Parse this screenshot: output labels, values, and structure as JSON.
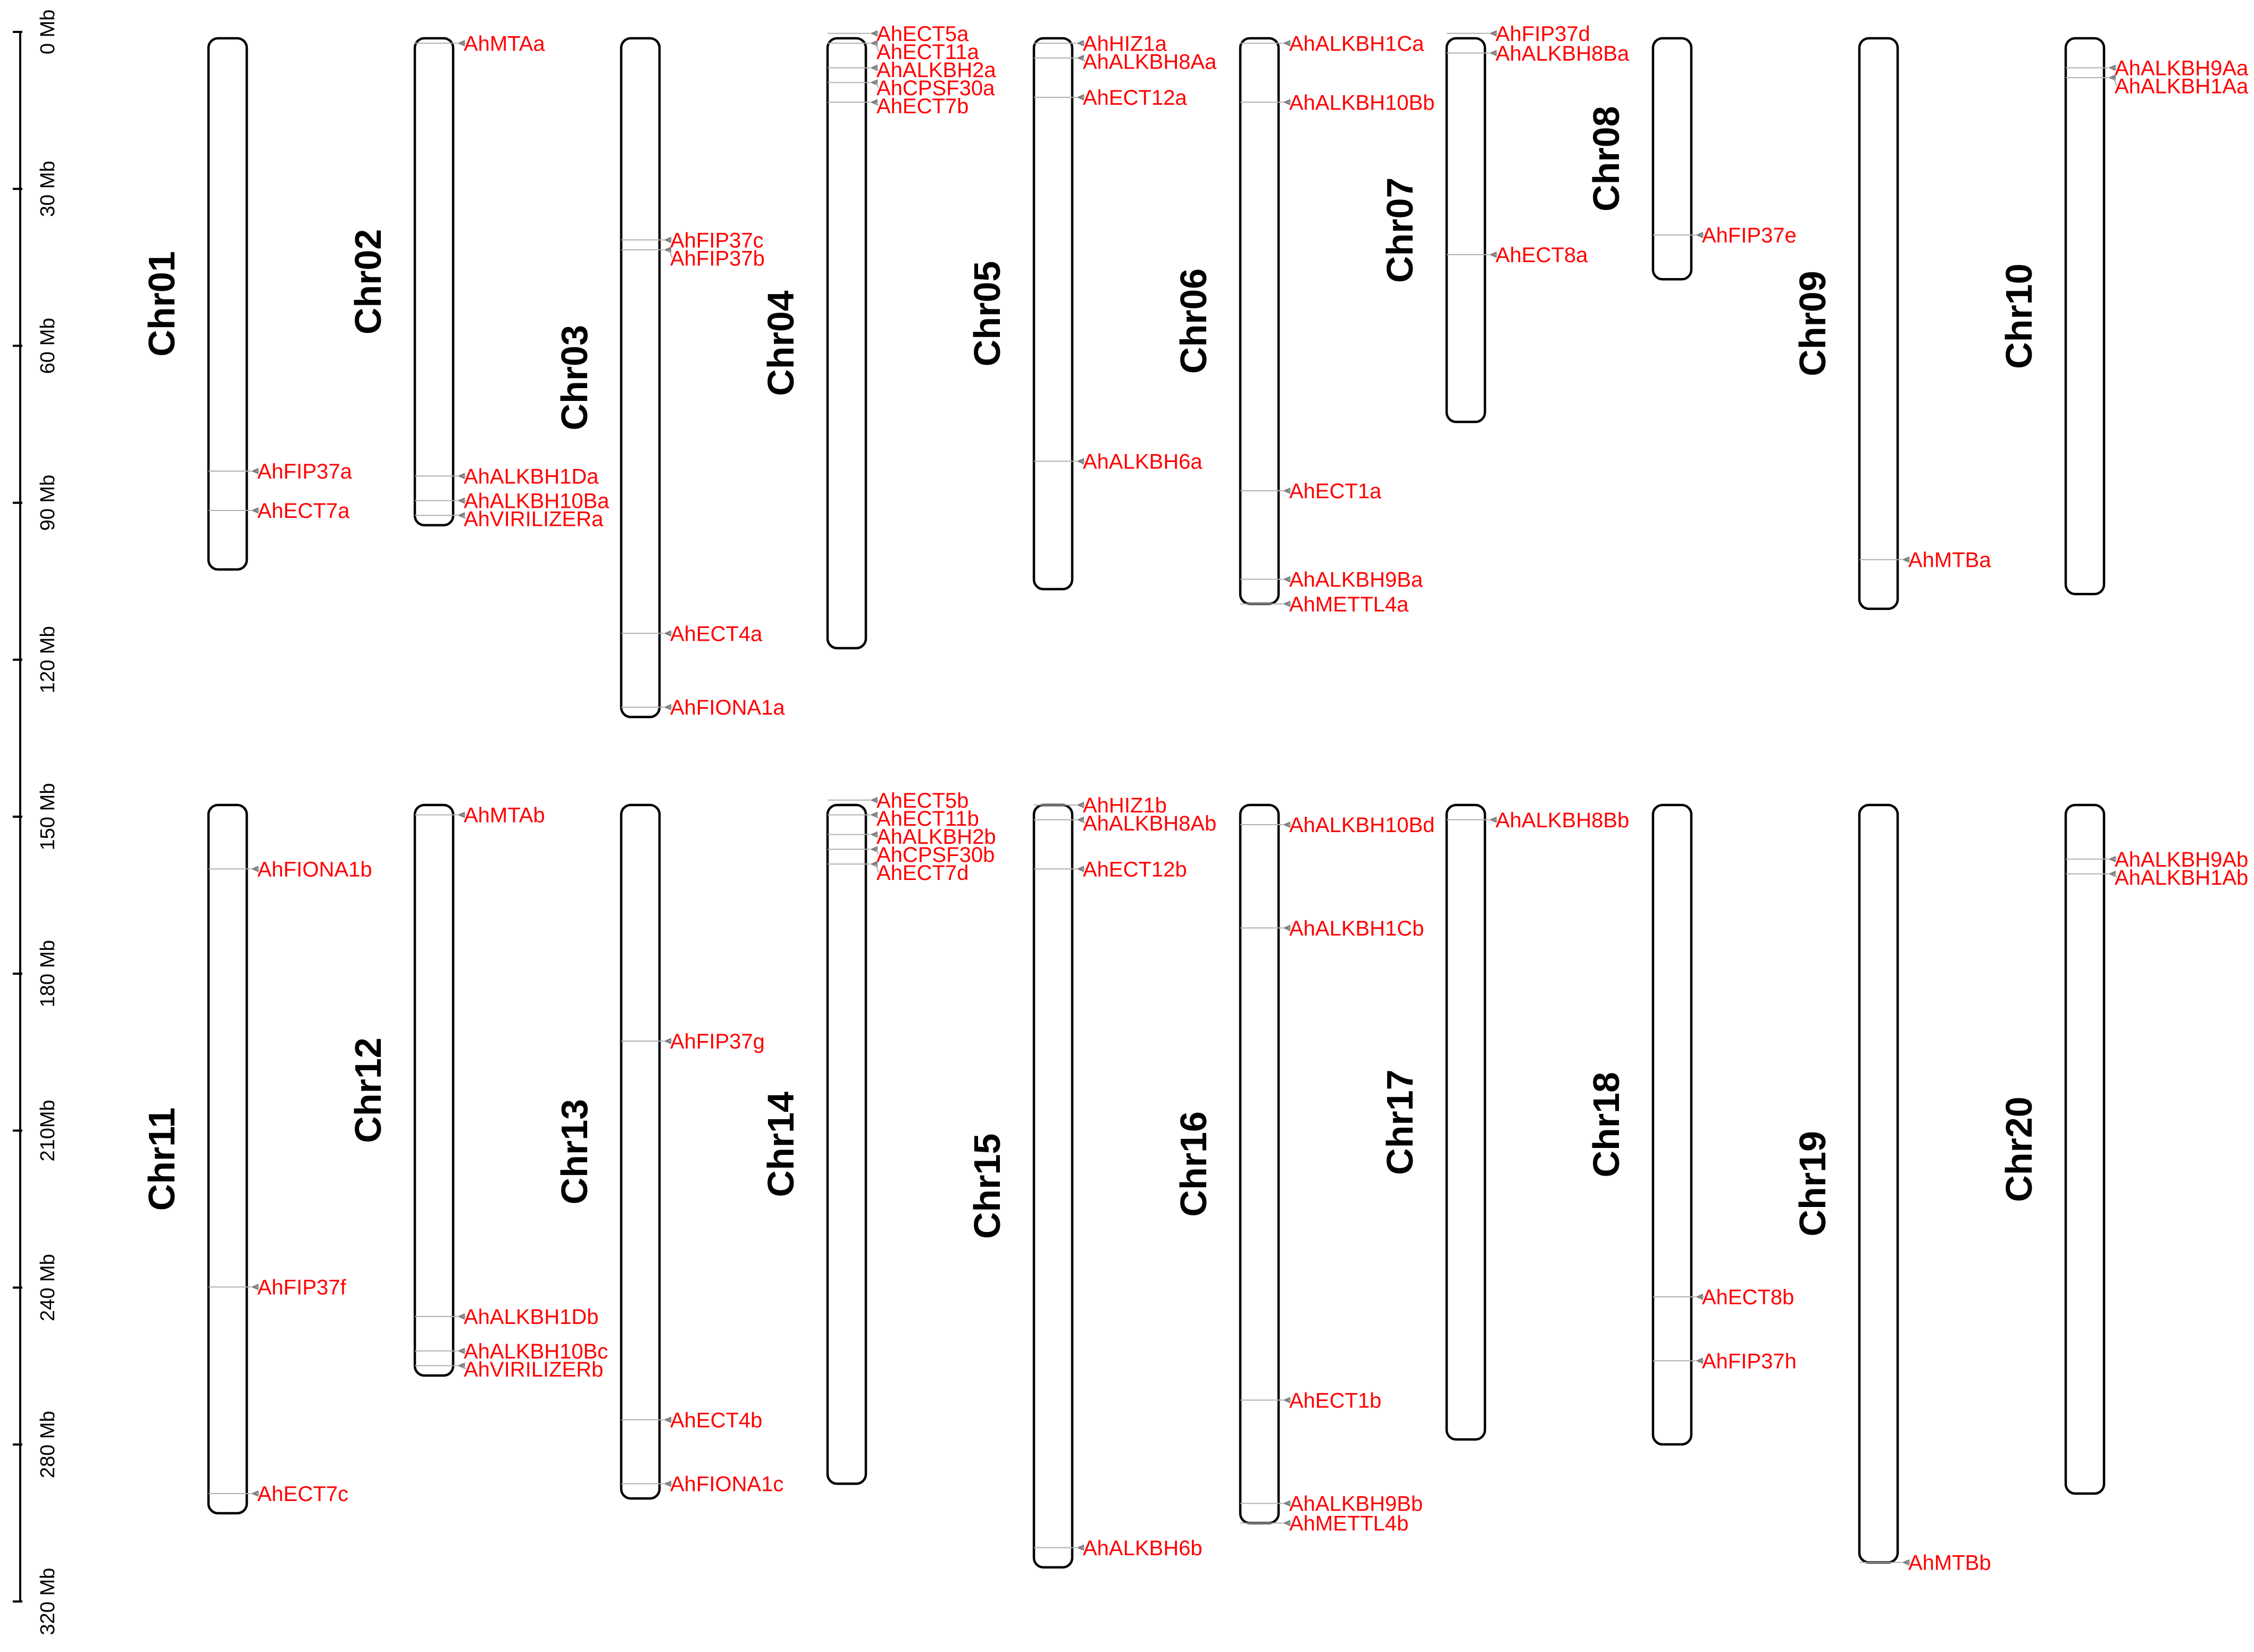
{
  "colors": {
    "gene_label": "#ff0000",
    "bar_stroke": "#000000",
    "marker_line": "#b0b0b0"
  },
  "axis": {
    "ticks": [
      {
        "v": 0,
        "label": "0 Mb"
      },
      {
        "v": 30,
        "label": "30 Mb"
      },
      {
        "v": 60,
        "label": "60 Mb"
      },
      {
        "v": 90,
        "label": "90 Mb"
      },
      {
        "v": 120,
        "label": "120 Mb"
      },
      {
        "v": 150,
        "label": "150 Mb"
      },
      {
        "v": 180,
        "label": "180 Mb"
      },
      {
        "v": 210,
        "label": "210Mb"
      },
      {
        "v": 240,
        "label": "240 Mb"
      },
      {
        "v": 280,
        "label": "280 Mb"
      },
      {
        "v": 320,
        "label": "320 Mb"
      }
    ]
  },
  "chromosomes": [
    {
      "name": "Chr01",
      "length": 108,
      "genes": [
        {
          "name": "AhFIP37a",
          "pos": 88
        },
        {
          "name": "AhECT7a",
          "pos": 96
        }
      ]
    },
    {
      "name": "Chr02",
      "length": 99,
      "genes": [
        {
          "name": "AhMTAa",
          "pos": 1
        },
        {
          "name": "AhALKBH1Da",
          "pos": 89
        },
        {
          "name": "AhALKBH10Ba",
          "pos": 94
        },
        {
          "name": "AhVIRILIZERa",
          "pos": 97
        }
      ]
    },
    {
      "name": "Chr03",
      "length": 138,
      "genes": [
        {
          "name": "AhFIP37c",
          "pos": 41
        },
        {
          "name": "AhFIP37b",
          "pos": 43
        },
        {
          "name": "AhECT4a",
          "pos": 121
        },
        {
          "name": "AhFIONA1a",
          "pos": 136
        }
      ]
    },
    {
      "name": "Chr04",
      "length": 124,
      "genes": [
        {
          "name": "AhECT5a",
          "pos": -1
        },
        {
          "name": "AhECT11a",
          "pos": 1
        },
        {
          "name": "AhALKBH2a",
          "pos": 6
        },
        {
          "name": "AhCPSF30a",
          "pos": 9
        },
        {
          "name": "AhECT7b",
          "pos": 13
        }
      ]
    },
    {
      "name": "Chr05",
      "length": 112,
      "genes": [
        {
          "name": "AhHIZ1a",
          "pos": 1
        },
        {
          "name": "AhALKBH8Aa",
          "pos": 4
        },
        {
          "name": "AhECT12a",
          "pos": 12
        },
        {
          "name": "AhALKBH6a",
          "pos": 86
        }
      ]
    },
    {
      "name": "Chr06",
      "length": 115,
      "genes": [
        {
          "name": "AhALKBH1Ca",
          "pos": 1
        },
        {
          "name": "AhALKBH10Bb",
          "pos": 13
        },
        {
          "name": "AhECT1a",
          "pos": 92
        },
        {
          "name": "AhALKBH9Ba",
          "pos": 110
        },
        {
          "name": "AhMETTL4a",
          "pos": 115
        }
      ]
    },
    {
      "name": "Chr07",
      "length": 78,
      "genes": [
        {
          "name": "AhFIP37d",
          "pos": -1
        },
        {
          "name": "AhALKBH8Ba",
          "pos": 3
        },
        {
          "name": "AhECT8a",
          "pos": 44
        }
      ]
    },
    {
      "name": "Chr08",
      "length": 49,
      "genes": [
        {
          "name": "AhFIP37e",
          "pos": 40
        }
      ]
    },
    {
      "name": "Chr09",
      "length": 116,
      "genes": [
        {
          "name": "AhMTBa",
          "pos": 106
        }
      ]
    },
    {
      "name": "Chr10",
      "length": 113,
      "genes": [
        {
          "name": "AhALKBH9Aa",
          "pos": 6
        },
        {
          "name": "AhALKBH1Aa",
          "pos": 8
        }
      ]
    },
    {
      "name": "Chr11",
      "length": 144,
      "genes": [
        {
          "name": "AhFIONA1b",
          "pos": 13
        },
        {
          "name": "AhFIP37f",
          "pos": 98
        },
        {
          "name": "AhECT7c",
          "pos": 140
        }
      ]
    },
    {
      "name": "Chr12",
      "length": 116,
      "genes": [
        {
          "name": "AhMTAb",
          "pos": 2
        },
        {
          "name": "AhALKBH1Db",
          "pos": 104
        },
        {
          "name": "AhALKBH10Bc",
          "pos": 111
        },
        {
          "name": "AhVIRILIZERb",
          "pos": 114
        }
      ]
    },
    {
      "name": "Chr13",
      "length": 141,
      "genes": [
        {
          "name": "AhFIP37g",
          "pos": 48
        },
        {
          "name": "AhECT4b",
          "pos": 125
        },
        {
          "name": "AhFIONA1c",
          "pos": 138
        }
      ]
    },
    {
      "name": "Chr14",
      "length": 138,
      "genes": [
        {
          "name": "AhECT5b",
          "pos": -1
        },
        {
          "name": "AhECT11b",
          "pos": 2
        },
        {
          "name": "AhALKBH2b",
          "pos": 6
        },
        {
          "name": "AhCPSF30b",
          "pos": 9
        },
        {
          "name": "AhECT7d",
          "pos": 12
        }
      ]
    },
    {
      "name": "Chr15",
      "length": 155,
      "genes": [
        {
          "name": "AhHIZ1b",
          "pos": 0
        },
        {
          "name": "AhALKBH8Ab",
          "pos": 3
        },
        {
          "name": "AhECT12b",
          "pos": 13
        },
        {
          "name": "AhALKBH6b",
          "pos": 151
        }
      ]
    },
    {
      "name": "Chr16",
      "length": 146,
      "genes": [
        {
          "name": "AhALKBH10Bd",
          "pos": 4
        },
        {
          "name": "AhALKBH1Cb",
          "pos": 25
        },
        {
          "name": "AhECT1b",
          "pos": 121
        },
        {
          "name": "AhALKBH9Bb",
          "pos": 142
        },
        {
          "name": "AhMETTL4b",
          "pos": 146
        }
      ]
    },
    {
      "name": "Chr17",
      "length": 129,
      "genes": [
        {
          "name": "AhALKBH8Bb",
          "pos": 3
        }
      ]
    },
    {
      "name": "Chr18",
      "length": 130,
      "genes": [
        {
          "name": "AhECT8b",
          "pos": 100
        },
        {
          "name": "AhFIP37h",
          "pos": 113
        }
      ]
    },
    {
      "name": "Chr19",
      "length": 154,
      "genes": [
        {
          "name": "AhMTBb",
          "pos": 154
        }
      ]
    },
    {
      "name": "Chr20",
      "length": 140,
      "genes": [
        {
          "name": "AhALKBH9Ab",
          "pos": 11
        },
        {
          "name": "AhALKBH1Ab",
          "pos": 14
        }
      ]
    }
  ]
}
